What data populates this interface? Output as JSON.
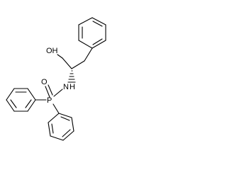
{
  "molecule": {
    "atom_labels": {
      "hydroxyl": "OH",
      "amine": "N",
      "amine_hydrogen": "H",
      "phosphorus": "P",
      "phosphoryl_oxygen": "O"
    },
    "stereo": {
      "center": "CH(N)",
      "bond_to_nitrogen": "hashed-wedge"
    }
  }
}
